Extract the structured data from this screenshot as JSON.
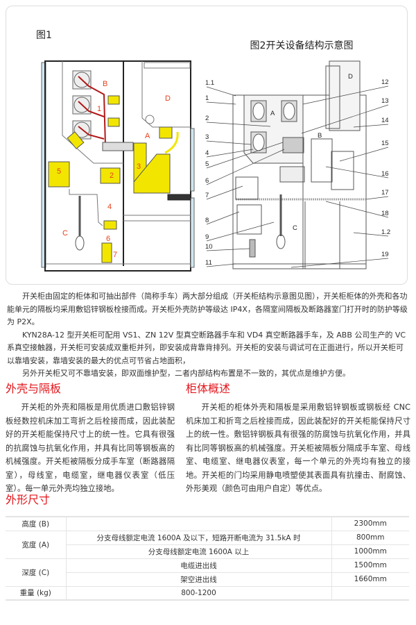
{
  "figure1": {
    "title": "图1",
    "labels": [
      "B",
      "1",
      "D",
      "A",
      "3",
      "5",
      "2",
      "4",
      "C",
      "6",
      "7"
    ]
  },
  "figure2": {
    "title": "图2开关设备结构示意图",
    "left_labels": [
      "1.1",
      "1",
      "2",
      "3",
      "4",
      "5",
      "6",
      "7",
      "8",
      "9",
      "10",
      "11"
    ],
    "right_labels": [
      "12",
      "13",
      "14",
      "15",
      "16",
      "17",
      "18",
      "1.2",
      "19"
    ],
    "area_labels": [
      "A",
      "B",
      "C",
      "D"
    ]
  },
  "intro": {
    "paragraphs": [
      "开关柜由固定的柜体和可抽出部件（简称手车）两大部分组成（开关柜结构示意图见图），开关柜柜体的外壳和各功能单元的隔板均采用敷铝锌钢板栓接而成。开关柜外壳防护等级达 IP4X，各隔室间隔板及断路器室门打开时的防护等级为 P2X。",
      "KYN28A-12 型开关柜可配用 VS1、ZN 12V 型真空断路器手车和 VD4 真空断路器手车，及 ABB 公司生产的 VC 系真空接触器，开关柜可安装成双重柜并列，即安装成背靠背排列。开关柜的安装与调试可在正面进行，所以开关柜可以靠墙安装，靠墙安装的最大的优点可节省占地面积，",
      "另外开关柜又可不靠墙安装，即双面维护型，二者内部结构布置是不一致的，其优点是维护方便。"
    ]
  },
  "sections": {
    "shell": {
      "heading": "外壳与隔板",
      "body": "开关柜的外壳和隔板是用优质进口敷铝锌钢板经数控机床加工弯折之后栓接而成，因此装配好的开关柜能保持尺寸上的统一性。它具有很强的抗腐蚀与抗氧化作用，并具有比同等钢板高的机械强度。开关柜被隔板分成手车室（断路器隔室），母线室，电缆室，继电器仪表室（低压室）。每一单元外壳均独立接地。"
    },
    "overview": {
      "heading": "柜体概述",
      "body": "开关柜的柜体外壳和隔板是采用敷铝锌钢板或钢板经 CNC 机床加工和折弯之后栓接而成，因此装配好的开关柜能保持尺寸上的统一性。敷铝锌钢板具有很强的防腐蚀与抗氧化作用，并具有比同等钢板高的机械强度。开关柜被隔板分隔成手车室、母线室、电缆室、继电器仪表室，每一个单元的外壳均有独立的接地。开关柜的门均采用静电喷塑使其表面具有抗撞击、耐腐蚀、外形美观（颜色可由用户自定）等优点。"
    }
  },
  "dimensions": {
    "heading": "外形尺寸",
    "height_label": "高度 (B)",
    "height_value": "2300mm",
    "width_label": "宽度 (A)",
    "width_cond1": "分支母线额定电流 1600A 及以下，短路开断电流为 31.5kA 时",
    "width_value1": "800mm",
    "width_cond2": "分支母线额定电流 1600A 以上",
    "width_value2": "1000mm",
    "depth_label": "深度 (C)",
    "depth_cond1": "电缆进出线",
    "depth_value1": "1500mm",
    "depth_cond2": "架空进出线",
    "depth_value2": "1660mm",
    "weight_label": "重量 (kg)",
    "weight_value": "800-1200"
  },
  "colors": {
    "accent_red": "#e3151b",
    "component_yellow": "#f2e600",
    "busbar_red": "#b01818",
    "label_red": "#e8401c"
  }
}
